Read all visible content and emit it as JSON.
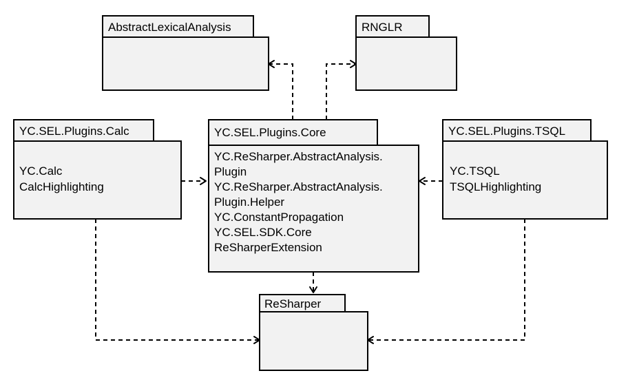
{
  "packages": {
    "abstract_lexical": {
      "name": "AbstractLexicalAnalysis",
      "contents": []
    },
    "rnglr": {
      "name": "RNGLR",
      "contents": []
    },
    "calc": {
      "name": "YC.SEL.Plugins.Calc",
      "contents": [
        "YC.Calc",
        "CalcHighlighting"
      ]
    },
    "core": {
      "name": "YC.SEL.Plugins.Core",
      "contents": [
        "YC.ReSharper.AbstractAnalysis.",
        "Plugin",
        "YC.ReSharper.AbstractAnalysis.",
        "Plugin.Helper",
        "YC.ConstantPropagation",
        "YC.SEL.SDK.Core",
        "ReSharperExtension"
      ]
    },
    "tsql": {
      "name": "YC.SEL.Plugins.TSQL",
      "contents": [
        "YC.TSQL",
        "TSQLHighlighting"
      ]
    },
    "resharper": {
      "name": "ReSharper",
      "contents": []
    }
  },
  "dependencies": [
    {
      "from": "YC.SEL.Plugins.Core",
      "to": "AbstractLexicalAnalysis"
    },
    {
      "from": "YC.SEL.Plugins.Core",
      "to": "RNGLR"
    },
    {
      "from": "YC.SEL.Plugins.Calc",
      "to": "YC.SEL.Plugins.Core"
    },
    {
      "from": "YC.SEL.Plugins.TSQL",
      "to": "YC.SEL.Plugins.Core"
    },
    {
      "from": "YC.SEL.Plugins.Core",
      "to": "ReSharper"
    },
    {
      "from": "YC.SEL.Plugins.Calc",
      "to": "ReSharper"
    },
    {
      "from": "YC.SEL.Plugins.TSQL",
      "to": "ReSharper"
    }
  ]
}
